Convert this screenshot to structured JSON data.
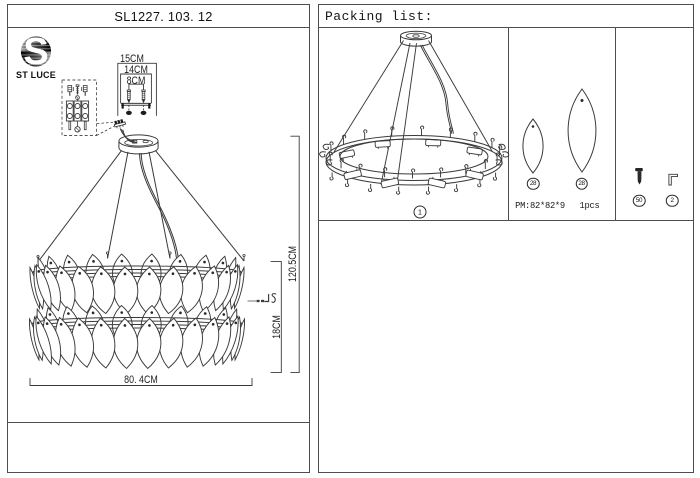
{
  "sheet": {
    "background": "#ffffff",
    "line_color": "#3a3a3a",
    "border_color": "#4e4e4e"
  },
  "left_panel": {
    "title": "SL1227. 103. 12",
    "brand": {
      "name": "ST LUCE",
      "monogram": "S",
      "logo_icon": "st-luce-striped-sphere"
    },
    "mounting_diagram": {
      "dim_bracket_width": "15CM",
      "dim_plate_width": "14CM",
      "dim_hole_spacing": "8CM",
      "icons": [
        "wall-anchor-icon",
        "screw-icon",
        "terminal-block-icon",
        "expansion-bolt-icon"
      ]
    },
    "fixture_diagram": {
      "dim_total_height": "120.5CM",
      "dim_body_height": "18CM",
      "dim_diameter": "80. 4CM",
      "icons": [
        "canopy-icon",
        "wire-connector-icon",
        "cable-gripper-hook-icon",
        "glass-leaf-icon"
      ]
    }
  },
  "right_panel": {
    "title": "Packing list:",
    "items": {
      "fixture": {
        "number": "1",
        "icon": "chandelier-frame-icon"
      },
      "glass": {
        "small_qty": "28",
        "large_qty": "28",
        "spec": "PM:82*82*9",
        "qty_note": "1pcs",
        "icons": [
          "small-glass-leaf-icon",
          "large-glass-leaf-icon"
        ]
      },
      "hardware": {
        "screw_qty": "50",
        "wrench_qty": "2",
        "icons": [
          "screw-icon",
          "allen-key-icon"
        ]
      }
    }
  }
}
